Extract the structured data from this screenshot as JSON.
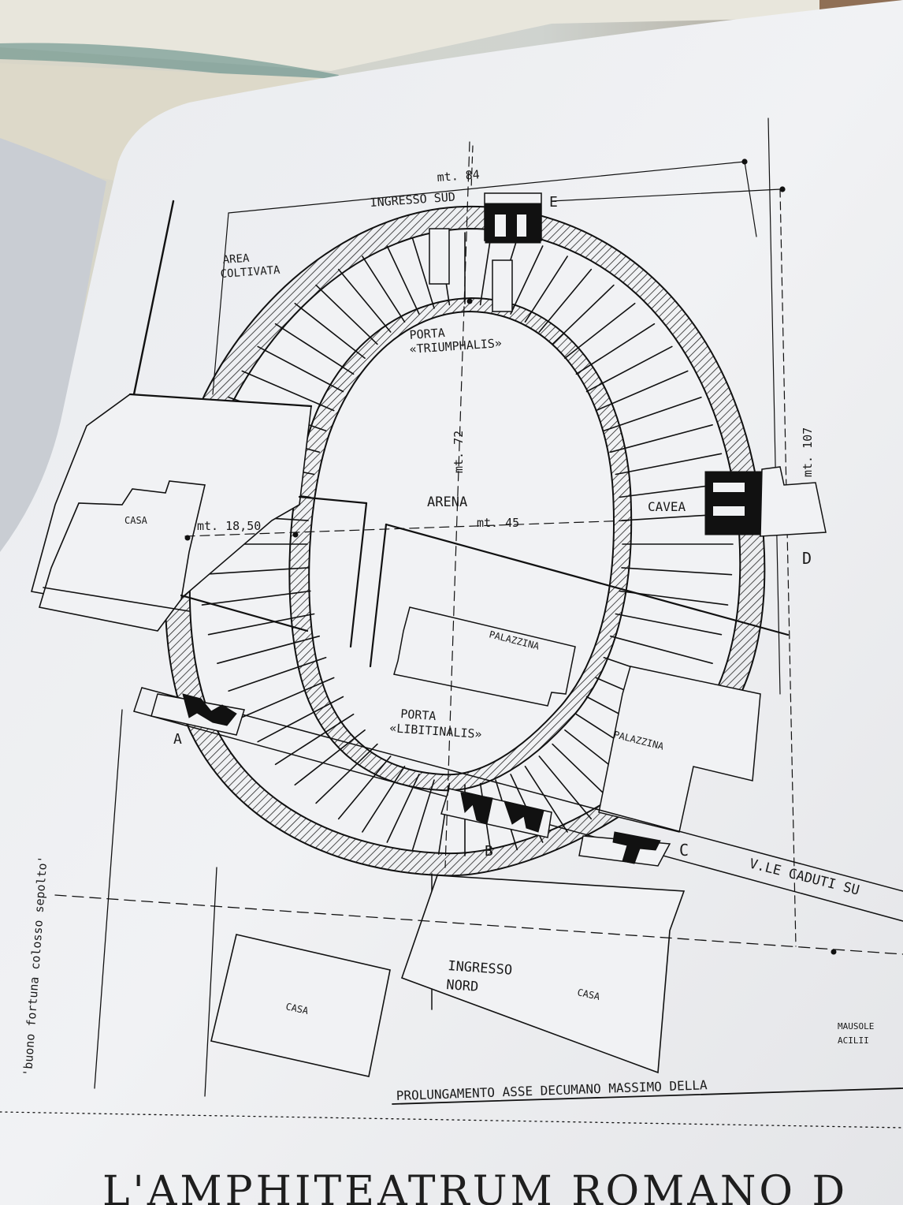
{
  "figure": {
    "labels": {
      "mt84": "mt. 84",
      "ingresso_sud": "INGRESSO SUD",
      "e": "E",
      "area_coltivata_1": "AREA",
      "area_coltivata_2": "COLTIVATA",
      "porta_triumphalis_1": "PORTA",
      "porta_triumphalis_2": "«TRIUMPHALIS»",
      "mt72": "mt. 72",
      "arena": "ARENA",
      "cavea": "CAVEA",
      "mt107": "mt. 107",
      "casa_left": "CASA",
      "mt1850": "mt. 18,50",
      "mt45": "mt. 45",
      "d": "D",
      "palazzina_center": "PALAZZINA",
      "porta_libitinalis_1": "PORTA",
      "porta_libitinalis_2": "«LIBITINALIS»",
      "palazzina_right": "PALAZZINA",
      "a": "A",
      "b": "B",
      "c": "C",
      "vle_caduti": "V.LE CADUTI SU",
      "ingresso_nord_1": "INGRESSO",
      "ingresso_nord_2": "NORD",
      "casa_bottom_right": "CASA",
      "casa_bottom_left": "CASA",
      "mausolei_1": "MAUSOLE",
      "mausolei_2": "ACILII",
      "buono_fortuna": "'buono fortuna colosso sepolto'",
      "prolungamento": "PROLUNGAMENTO ASSE DECUMANO MASSIMO DELLA",
      "caption": "L'AMPHITEATRUM ROMANO D"
    }
  }
}
